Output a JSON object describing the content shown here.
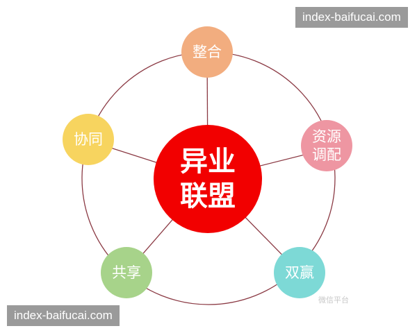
{
  "center": {
    "lines": [
      "异业",
      "联盟"
    ],
    "color": "#f20000"
  },
  "nodes": [
    {
      "id": "top",
      "label": "整合",
      "color": "#f2ad7f"
    },
    {
      "id": "right",
      "lines": [
        "资源",
        "调配"
      ],
      "color": "#ee96a2"
    },
    {
      "id": "bottom-right",
      "label": "双赢",
      "color": "#7dd9d6"
    },
    {
      "id": "bottom-left",
      "label": "共享",
      "color": "#a7d38a"
    },
    {
      "id": "left",
      "label": "协同",
      "color": "#f7d45f"
    }
  ],
  "line_color": "#8b3a44",
  "watermarks": {
    "top_right": "index-baifucai.com",
    "bottom_left": "index-baifucai.com",
    "faint_source": "微信平台"
  }
}
